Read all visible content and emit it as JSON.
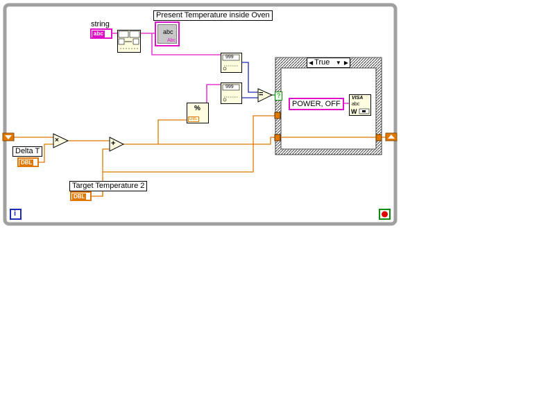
{
  "diagram": {
    "string_label": "string",
    "string_terminal": "abc",
    "indicator_label": "Present Temperature inside Oven",
    "indicator_text": "abc",
    "indicator_sub": "Abc",
    "delta_label": "Delta T",
    "dbl_text": "DBL",
    "target_label": "Target Temperature 2",
    "case_selector": "True",
    "power_const": "POWER, OFF",
    "visa_text": "VISA",
    "visa_sub": "abc",
    "format_node_text": "999",
    "percent_node_text": "%",
    "multiply_op": "×",
    "add_op": "+",
    "equal_op": "=",
    "question_mark": "?",
    "iteration_label": "i"
  },
  "colors": {
    "orange_wire": "#e07800",
    "pink_wire": "#e010c8",
    "blue_wire": "#1c2ab8",
    "loop_border": "#a0a0a0",
    "case_frame": "#404040"
  }
}
